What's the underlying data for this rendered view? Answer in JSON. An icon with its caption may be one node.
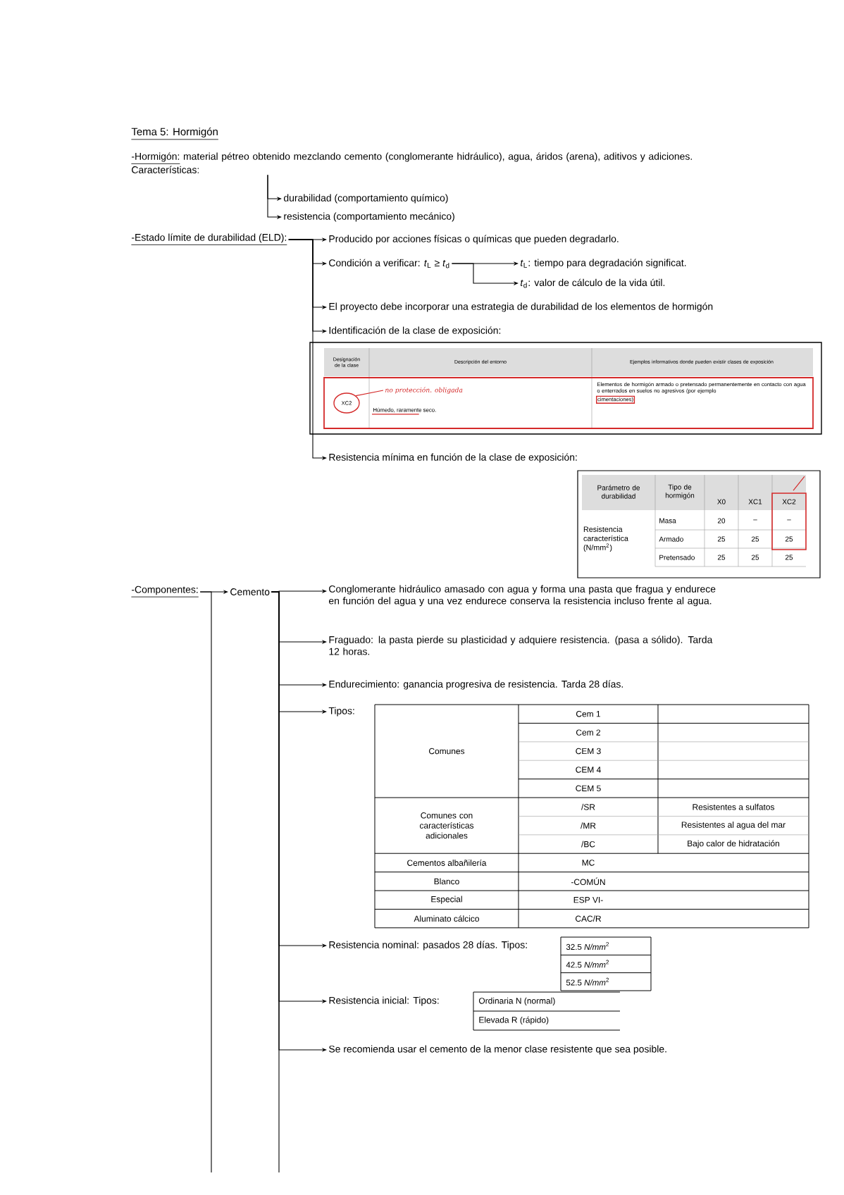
{
  "diagram": {
    "title": "Tema 5: Hormigón",
    "nodes": [
      {
        "text": [
          "-Hormigón:",
          "material pétreo obtenido mezclando cemento (conglomerante hidráulico), agua, áridos (arena), aditivos y adiciones. Características:"
        ]
      },
      {
        "text": [
          "durabilidad (comportamiento químico)"
        ]
      },
      {
        "text": [
          "resistencia (comportamiento mecánico)"
        ]
      },
      {
        "text": [
          "-Estado límite de durabilidad (ELD):"
        ]
      },
      {
        "text": [
          "Producido por acciones físicas o químicas que pueden degradarlo."
        ]
      },
      {
        "text": [
          "Condición a verificar: *t*$_{L}$ ≥ *t*$_{d}$"
        ]
      },
      {
        "text": [
          "*t*$_{L}$: tiempo para degradación significat."
        ]
      },
      {
        "text": [
          "*t*$_{d}$: valor de cálculo de la vida útil."
        ]
      },
      {
        "text": [
          "El proyecto debe incorporar una estrategia de durabilidad de los elementos de hormigón"
        ]
      },
      {
        "text": [
          "Identificación de la clase de exposición:"
        ]
      },
      {
        "text": [
          "XC2"
        ]
      },
      {
        "text": [
          "no protección. obligada"
        ]
      },
      {
        "text": [
          "Resistencia mínima en función de la clase de exposición:"
        ]
      },
      {
        "text": [
          "-Componentes:"
        ]
      },
      {
        "text": [
          "Cemento"
        ]
      },
      {
        "text": [
          "Conglomerante hidráulico amasado con agua y forma una pasta que fragua y endurece en función del agua y una vez endurece conserva la resistencia incluso frente al agua."
        ]
      },
      {
        "text": [
          "Fraguado: la pasta pierde su plasticidad y adquiere resistencia. (pasa a sólido). Tarda 12 horas."
        ]
      },
      {
        "text": [
          "Endurecimiento: ganancia progresiva de resistencia. Tarda 28 días."
        ]
      },
      {
        "text": [
          "Tipos:"
        ]
      },
      {
        "text": [
          "Resistencia nominal: pasados 28 días. Tipos:"
        ]
      },
      {
        "text": [
          "Resistencia inicial: Tipos:"
        ]
      },
      {
        "text": [
          "Se recomienda usar el cemento de la menor clase resistente que sea posible."
        ]
      }
    ],
    "edges": [
      {
        "from": 0,
        "to": 1,
        "arrow": "to"
      },
      {
        "from": 0,
        "to": 2,
        "arrow": "to"
      },
      {
        "from": 3,
        "to": 4,
        "arrow": "to"
      },
      {
        "from": 3,
        "to": 5,
        "arrow": "to"
      },
      {
        "from": 5,
        "to": 6,
        "arrow": "to"
      },
      {
        "from": 5,
        "to": 7,
        "arrow": "to"
      },
      {
        "from": 3,
        "to": 8,
        "arrow": "to"
      },
      {
        "from": 3,
        "to": 9,
        "arrow": "to"
      },
      {
        "from": 3,
        "to": 12,
        "arrow": "to"
      },
      {
        "from": 10,
        "to": 11,
        "arrow": "none",
        "color": "#d42a2a"
      },
      {
        "from": 13,
        "to": 14,
        "arrow": "to"
      },
      {
        "from": 13,
        "to": null,
        "arrow": "none"
      },
      {
        "from": 14,
        "to": 15,
        "arrow": "to"
      },
      {
        "from": 14,
        "to": 16,
        "arrow": "to"
      },
      {
        "from": 14,
        "to": 17,
        "arrow": "to"
      },
      {
        "from": 14,
        "to": 18,
        "arrow": "to"
      },
      {
        "from": 14,
        "to": 19,
        "arrow": "to"
      },
      {
        "from": 14,
        "to": 20,
        "arrow": "to"
      },
      {
        "from": 14,
        "to": 21,
        "arrow": "to"
      },
      {
        "from": 14,
        "to": null,
        "arrow": "none"
      }
    ],
    "labels": [
      "Designación de la clase",
      "Descripción del entorno",
      "Ejemplos informativos donde pueden existir clases de exposición",
      "Húmedo, raramente seco.",
      "Elementos de hormigón armado o pretensado permanentemente en contacto con agua o enterrados en suelos no agresivos (por ejemplo",
      "cimentaciones)",
      "Parámetro de durabilidad",
      "Tipo de hormigón",
      "X0",
      "XC1",
      "XC2",
      "Resistencia característica (N/mm$^{2}$)",
      "Masa",
      "20",
      "–",
      "–",
      "Armado",
      "25",
      "25",
      "25",
      "Pretensado",
      "25",
      "25",
      "25",
      "Comunes",
      "Cem 1",
      "Cem 2",
      "CEM 3",
      "CEM 4",
      "CEM 5",
      "Comunes con características adicionales",
      "/SR",
      "Resistentes a sulfatos",
      "/MR",
      "Resistentes al agua del mar",
      "/BC",
      "Bajo calor de hidratación",
      "Cementos albañilería",
      "MC",
      "Blanco",
      "-COMÚN",
      "Especial",
      "ESP VI-",
      "Aluminato cálcico",
      "CAC/R",
      "32.5 *N/mm*$^{2}$",
      "42.5 *N/mm*$^{2}$",
      "52.5 *N/mm*$^{2}$",
      "Ordinaria N (normal)",
      "Elevada R (rápido)"
    ]
  }
}
